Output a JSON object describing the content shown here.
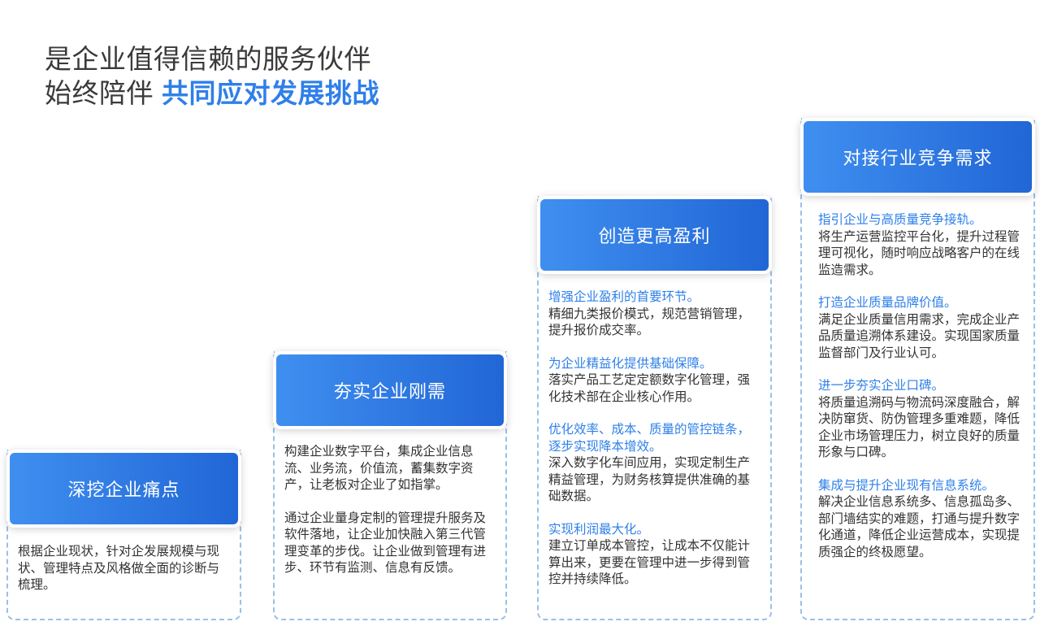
{
  "headline": {
    "line1": "是企业值得信赖的服务伙伴",
    "line2_plain": "始终陪伴",
    "line2_accent": "共同应对发展挑战"
  },
  "cards": [
    {
      "title": "深挖企业痛点",
      "paragraphs": [
        "根据企业现状，针对企发展规模与现状、管理特点及风格做全面的诊断与梳理。"
      ]
    },
    {
      "title": "夯实企业刚需",
      "paragraphs": [
        "构建企业数字平台，集成企业信息流、业务流，价值流，蓄集数字资产，让老板对企业了如指掌。",
        "通过企业量身定制的管理提升服务及软件落地，让企业加快融入第三代管理变革的步伐。让企业做到管理有进步、环节有监测、信息有反馈。"
      ]
    },
    {
      "title": "创造更高盈利",
      "sections": [
        {
          "title": "增强企业盈利的首要环节。",
          "text": "精细九类报价模式，规范营销管理，提升报价成交率。"
        },
        {
          "title": "为企业精益化提供基础保障。",
          "text": "落实产品工艺定定额数字化管理，强化技术部在企业核心作用。"
        },
        {
          "title": "优化效率、成本、质量的管控链条，逐步实现降本增效。",
          "text": "深入数字化车间应用，实现定制生产精益管理，为财务核算提供准确的基础数据。"
        },
        {
          "title": "实现利润最大化。",
          "text": "建立订单成本管控，让成本不仅能计算出来，更要在管理中进一步得到管控并持续降低。"
        }
      ]
    },
    {
      "title": "对接行业竞争需求",
      "sections": [
        {
          "title": "指引企业与高质量竞争接轨。",
          "text": "将生产运营监控平台化，提升过程管理可视化，随时响应战略客户的在线监造需求。"
        },
        {
          "title": "打造企业质量品牌价值。",
          "text": "满足企业质量信用需求，完成企业产品质量追溯体系建设。实现国家质量监督部门及行业认可。"
        },
        {
          "title": "进一步夯实企业口碑。",
          "text": "将质量追溯码与物流码深度融合，解决防窜货、防伪管理多重难题，降低企业市场管理压力，树立良好的质量形象与口碑。"
        },
        {
          "title": "集成与提升企业现有信息系统。",
          "text": "解决企业信息系统多、信息孤岛多、部门墙结实的难题，打通与提升数字化通道，降低企业运营成本，实现提质强企的终极愿望。"
        }
      ]
    }
  ]
}
